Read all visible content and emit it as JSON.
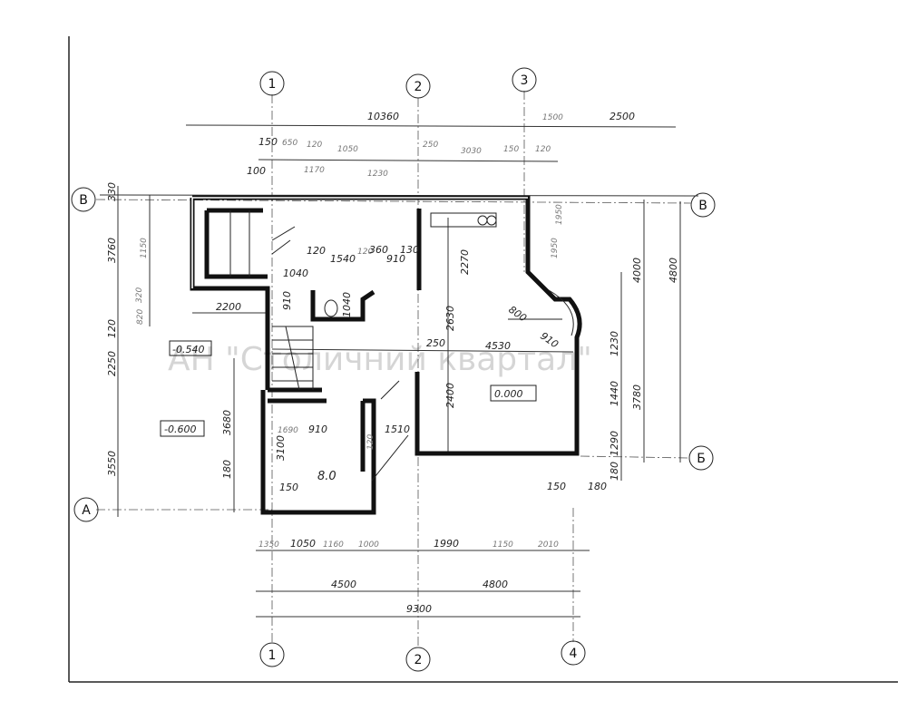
{
  "axes": {
    "top_1": "1",
    "top_2": "2",
    "top_3": "3",
    "left_v": "В",
    "right_v": "В",
    "right_b": "Б",
    "left_a": "А",
    "bottom_1": "1",
    "bottom_2": "2",
    "bottom_4": "4"
  },
  "top_dims": [
    "10360",
    "1500",
    "2500",
    "150",
    "650",
    "120",
    "1050",
    "250",
    "3030",
    "150",
    "120",
    "100",
    "1170",
    "1230"
  ],
  "left_dims": [
    "330",
    "3760",
    "1150",
    "320",
    "120",
    "820",
    "2250",
    "3550",
    "3680",
    "180"
  ],
  "interior_dims": [
    "2200",
    "120",
    "1540",
    "120",
    "360",
    "910",
    "130",
    "1040",
    "910",
    "1040",
    "2270",
    "2630",
    "250",
    "4530",
    "800",
    "910",
    "2400",
    "1690",
    "910",
    "1510",
    "3100",
    "120",
    "150"
  ],
  "levels": {
    "main": "0.000",
    "stair": "-0.540",
    "garage": "-0.600",
    "room_area": "8.0"
  },
  "right_dims": [
    "1950",
    "1950",
    "4000",
    "4800",
    "1230",
    "1440",
    "3780",
    "1290",
    "180",
    "150",
    "180"
  ],
  "bottom_dims": [
    "1350",
    "1050",
    "1160",
    "1000",
    "1990",
    "1150",
    "2010",
    "4500",
    "4800",
    "9300"
  ],
  "watermark": "АН \"Столичний квартал\""
}
